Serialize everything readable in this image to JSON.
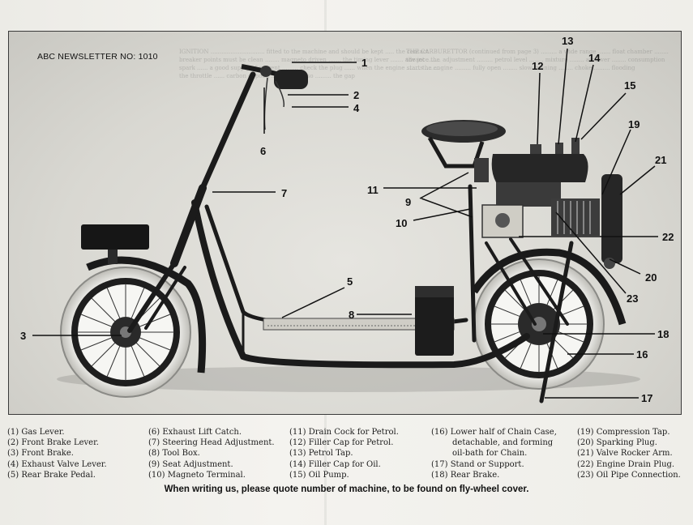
{
  "newsletter_label": "ABC NEWSLETTER NO: 1010",
  "callout_numbers": [
    "1",
    "2",
    "3",
    "4",
    "5",
    "6",
    "7",
    "8",
    "9",
    "10",
    "11",
    "12",
    "13",
    "14",
    "15",
    "16",
    "17",
    "18",
    "19",
    "20",
    "21",
    "22",
    "23"
  ],
  "legend": {
    "col1": [
      "(1) Gas Lever.",
      "(2) Front Brake Lever.",
      "(3) Front Brake.",
      "(4) Exhaust Valve Lever.",
      "(5) Rear Brake Pedal."
    ],
    "col2": [
      "(6) Exhaust Lift Catch.",
      "(7) Steering Head Adjustment.",
      "(8) Tool Box.",
      "(9) Seat Adjustment.",
      "(10) Magneto Terminal."
    ],
    "col3": [
      "(11) Drain Cock for Petrol.",
      "(12) Filler Cap for Petrol.",
      "(13) Petrol Tap.",
      "(14) Filler Cap for Oil.",
      "(15) Oil Pump."
    ],
    "col4": [
      "(16) Lower half of Chain Case,",
      "detachable, and forming",
      "oil-bath for Chain.",
      "(17) Stand or Support.",
      "(18) Rear Brake."
    ],
    "col5": [
      "(19) Compression Tap.",
      "(20) Sparking Plug.",
      "(21) Valve Rocker Arm.",
      "(22) Engine Drain Plug.",
      "(23) Oil Pipe Connection."
    ]
  },
  "footer_note": "When writing us, please quote number of machine, to be found on fly-wheel cover."
}
